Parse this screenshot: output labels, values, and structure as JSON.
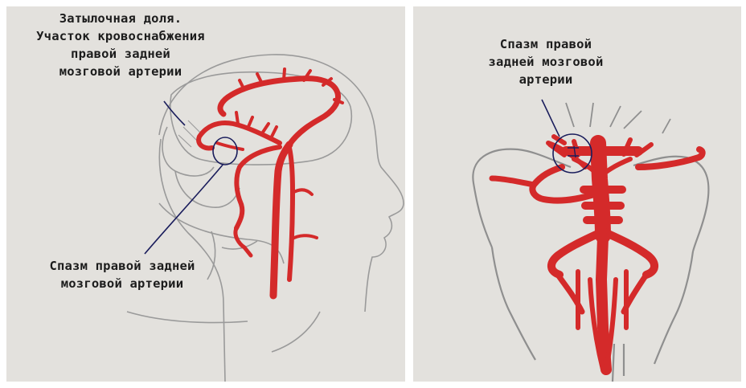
{
  "left_panel": {
    "occipital_label": [
      "Затылочная доля.",
      "Участок кровоснабжения",
      "правой задней",
      "мозговой артерии"
    ],
    "spasm_label": [
      "Спазм правой задней",
      "мозговой артерии"
    ]
  },
  "right_panel": {
    "spasm_label": [
      "Спазм правой",
      "задней мозговой",
      "артерии"
    ]
  },
  "colors": {
    "paper": "#e3e1dd",
    "artery": "#d42a2a",
    "pencil": "#9a9a9a",
    "pen": "#1a1d5c",
    "text": "#1c1c1c"
  }
}
